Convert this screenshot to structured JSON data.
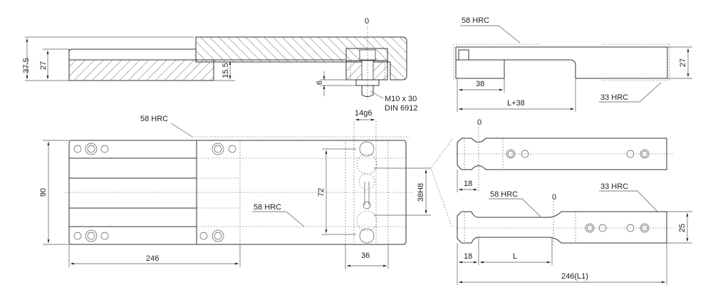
{
  "drawing": {
    "top_section": {
      "dims": [
        "37.5",
        "27",
        "15.5",
        "6",
        "0"
      ],
      "screw_line1": "M10 x 30",
      "screw_line2": "DIN 6912"
    },
    "top_right": {
      "hardness_top": "58 HRC",
      "hardness_bottom": "33 HRC",
      "dims": [
        "27",
        "38",
        "L+38"
      ]
    },
    "plan_view": {
      "hardness_top": "58 HRC",
      "hardness_mid": "58 HRC",
      "dims": [
        "90",
        "246",
        "72",
        "38H8",
        "14g6",
        "36"
      ]
    },
    "slides": {
      "upper": {
        "zero": "0",
        "dim": "18"
      },
      "lower": {
        "zero": "0",
        "hardness_left": "58 HRC",
        "hardness_right": "33 HRC",
        "dims": [
          "18",
          "L",
          "246(L1)",
          "25"
        ]
      }
    }
  },
  "colors": {
    "line": "#333333",
    "background": "#ffffff"
  }
}
